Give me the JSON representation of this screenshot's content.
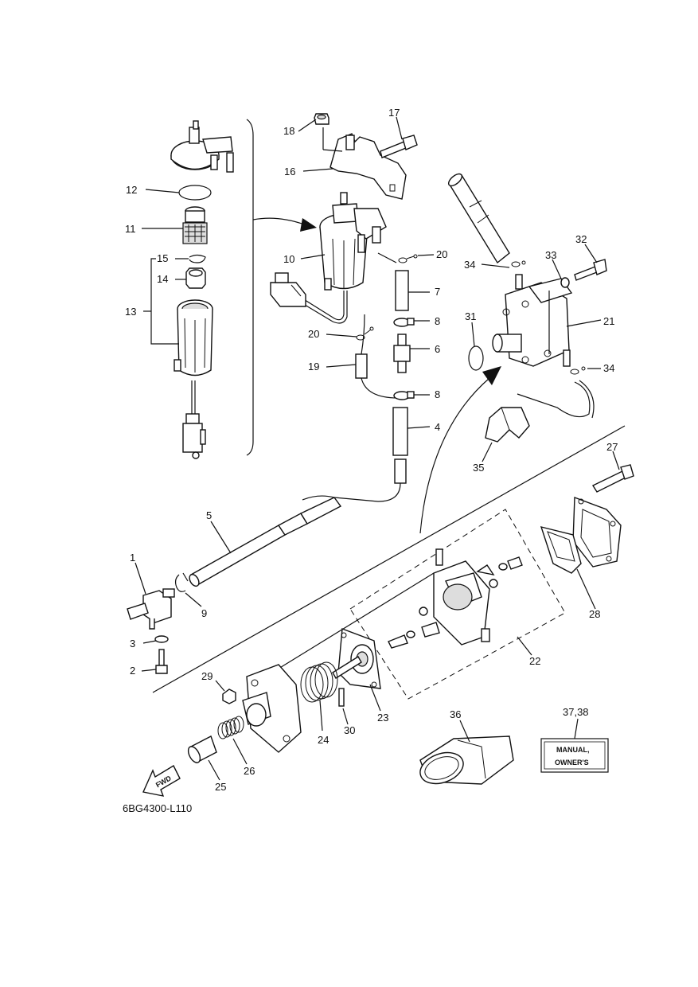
{
  "diagram_code": "6BG4300-L110",
  "manual_label": {
    "line1": "MANUAL,",
    "line2": "OWNER'S"
  },
  "fwd_label": "FWD",
  "callouts": {
    "c1": "1",
    "c2": "2",
    "c3": "3",
    "c4": "4",
    "c5": "5",
    "c6": "6",
    "c7": "7",
    "c8a": "8",
    "c8b": "8",
    "c9": "9",
    "c10": "10",
    "c11": "11",
    "c12": "12",
    "c13": "13",
    "c14": "14",
    "c15": "15",
    "c16": "16",
    "c17": "17",
    "c18": "18",
    "c19": "19",
    "c20a": "20",
    "c20b": "20",
    "c21": "21",
    "c22": "22",
    "c23": "23",
    "c24": "24",
    "c25": "25",
    "c26": "26",
    "c27": "27",
    "c28": "28",
    "c29": "29",
    "c30": "30",
    "c31": "31",
    "c32": "32",
    "c33": "33",
    "c34a": "34",
    "c34b": "34",
    "c35": "35",
    "c36": "36",
    "c3738": "37,38"
  }
}
